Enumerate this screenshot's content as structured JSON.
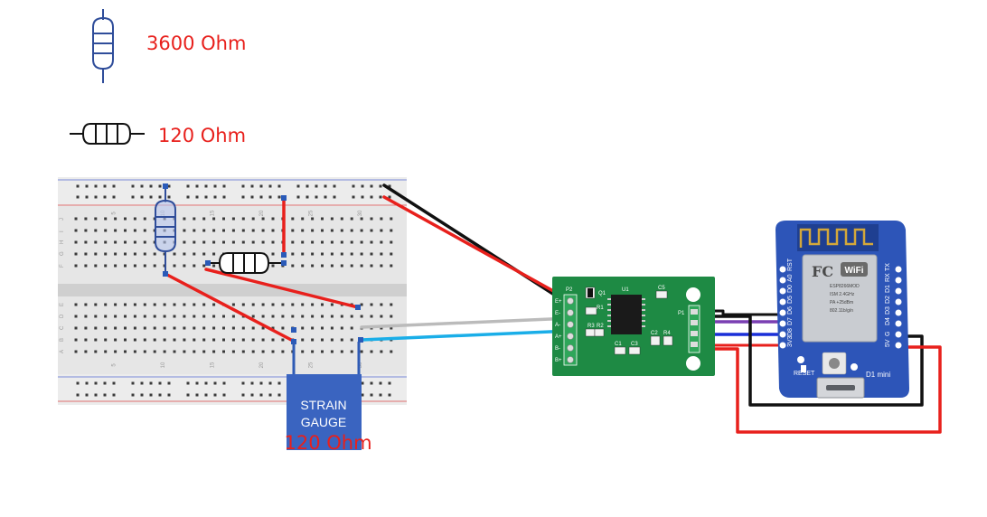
{
  "legend": {
    "resistor_value": "3600 Ohm",
    "gauge_value": "120 Ohm"
  },
  "breadboard": {
    "column_numbers": [
      "5",
      "10",
      "15",
      "20",
      "25",
      "30"
    ],
    "row_letters_top": [
      "J",
      "I",
      "H",
      "G",
      "F"
    ],
    "row_letters_bottom": [
      "E",
      "D",
      "C",
      "B",
      "A"
    ]
  },
  "strain_gauge": {
    "line1": "STRAIN",
    "line2": "GAUGE",
    "value": "120 Ohm"
  },
  "hx711": {
    "connector_left": "P2",
    "connector_right": "P1",
    "pins": [
      "E+",
      "E-",
      "A-",
      "A+",
      "B-",
      "B+"
    ],
    "labels": [
      "Q1",
      "U1",
      "C5",
      "R1",
      "R2",
      "R3",
      "C1",
      "C3",
      "C2",
      "R4"
    ],
    "colors": {
      "board": "#1e8a44",
      "copper": "#2fa65a"
    }
  },
  "wemos": {
    "pins_top": [
      "RST",
      "A0",
      "D0",
      "D5",
      "D6",
      "D7",
      "D8",
      "3V3"
    ],
    "pins_bottom": [
      "TX",
      "RX",
      "D1",
      "D2",
      "D3",
      "D4",
      "G",
      "5V"
    ],
    "reset_label": "RESET",
    "module_text": "D1 mini",
    "chip_lines": [
      "ESP8266MOD",
      "ISM 2.4GHz",
      "PA +25dBm",
      "802.11b/g/n"
    ],
    "logo_text": "FC",
    "wifi_text": "WiFi",
    "colors": {
      "board": "#2d55b8",
      "shield": "#c9ccd1"
    }
  },
  "wires": {
    "colors": {
      "red": "#e8201c",
      "black": "#111111",
      "gray": "#bbbbbb",
      "cyan": "#1aaee8",
      "purple": "#7a3fb2",
      "blue": "#1a2fd8"
    }
  }
}
